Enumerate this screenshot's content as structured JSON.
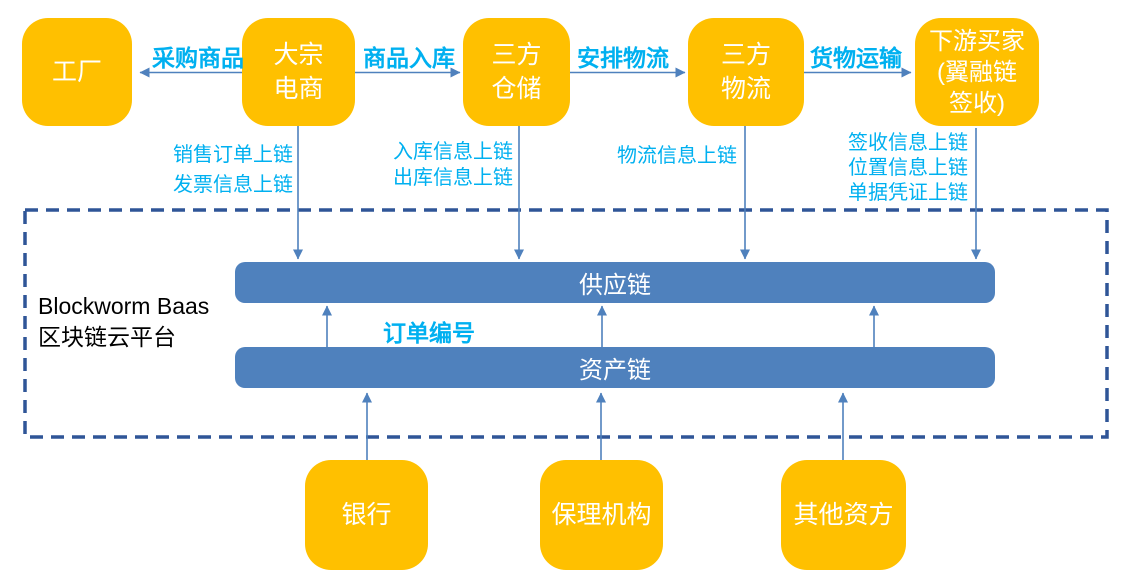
{
  "colors": {
    "node_fill": "#FFC000",
    "node_text": "#FFFFFF",
    "bar_fill": "#4F81BD",
    "connector": "#4F81BD",
    "accent_text": "#00B0F0",
    "dashed_border": "#2F5597",
    "platform_text": "#000000"
  },
  "top_nodes": [
    {
      "id": "factory",
      "lines": [
        "工厂"
      ]
    },
    {
      "id": "bulk-ecommerce",
      "lines": [
        "大宗",
        "电商"
      ]
    },
    {
      "id": "third-party-warehouse",
      "lines": [
        "三方",
        "仓储"
      ]
    },
    {
      "id": "third-party-logistics",
      "lines": [
        "三方",
        "物流"
      ]
    },
    {
      "id": "downstream-buyer",
      "lines": [
        "下游买家",
        "(翼融链",
        "签收)"
      ]
    }
  ],
  "flow_labels": [
    {
      "label": "采购商品"
    },
    {
      "label": "商品入库"
    },
    {
      "label": "安排物流"
    },
    {
      "label": "货物运输"
    }
  ],
  "onchain_labels": [
    {
      "lines": [
        "销售订单上链",
        "发票信息上链"
      ]
    },
    {
      "lines": [
        "入库信息上链",
        "出库信息上链"
      ]
    },
    {
      "lines": [
        "物流信息上链"
      ]
    },
    {
      "lines": [
        "签收信息上链",
        "位置信息上链",
        "单据凭证上链"
      ]
    }
  ],
  "platform": {
    "name_en": "Blockworm Baas",
    "name_zh": "区块链云平台"
  },
  "bars": {
    "supply_chain": "供应链",
    "asset_chain": "资产链"
  },
  "order_label": "订单编号",
  "bottom_nodes": [
    {
      "id": "bank",
      "lines": [
        "银行"
      ]
    },
    {
      "id": "factoring-agency",
      "lines": [
        "保理机构"
      ]
    },
    {
      "id": "other-funders",
      "lines": [
        "其他资方"
      ]
    }
  ]
}
